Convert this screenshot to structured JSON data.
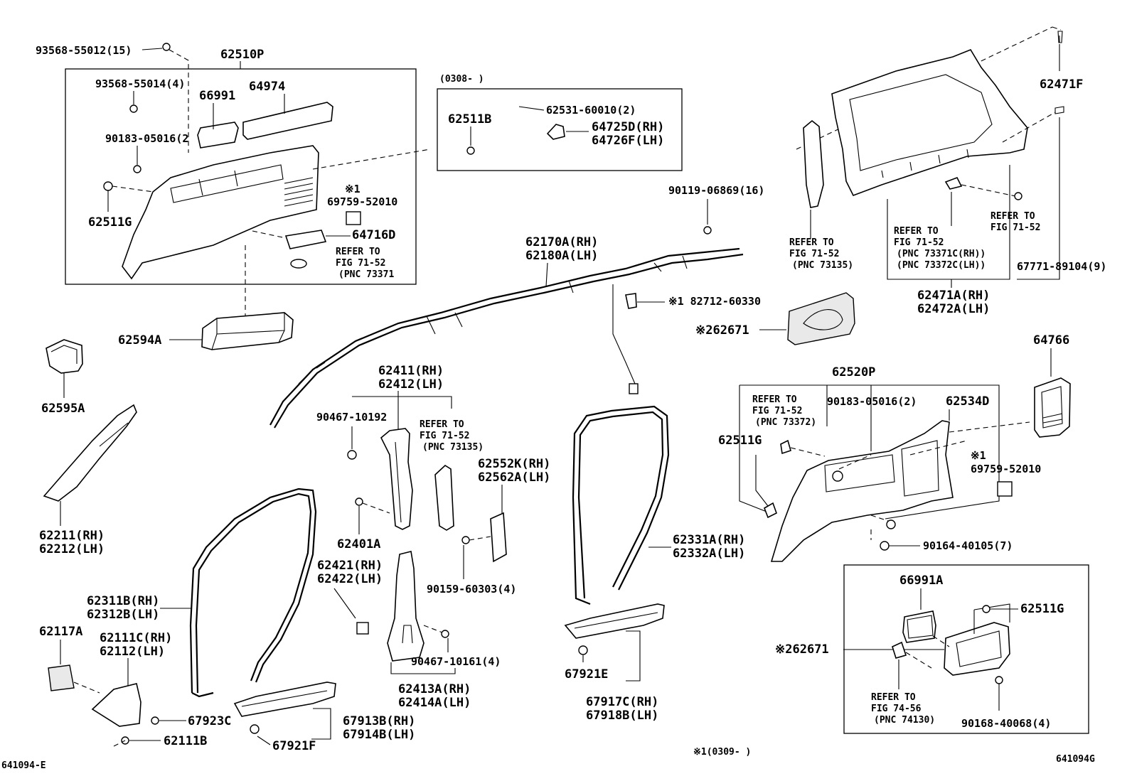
{
  "diagram_id_left": "641094-E",
  "diagram_id_right": "641094G",
  "footnote": "※1(0309-    )",
  "inset_top_title": "(0308-       )",
  "labels": {
    "l93568_55012": "93568-55012(15)",
    "l62510p": "62510P",
    "l93568_55014": "93568-55014(4)",
    "l66991": "66991",
    "l64974": "64974",
    "l90183_05016_a": "90183-05016(2",
    "l62511g_a": "62511G",
    "l_x1_a": "※1",
    "l69759_a": "69759-52010",
    "l64716d": "64716D",
    "l_refer_a1": "REFER TO",
    "l_refer_a2": "FIG 71-52",
    "l_refer_a3": "(PNC 73371",
    "l62594a": "62594A",
    "l62595a": "62595A",
    "l62211": "62211(RH)",
    "l62212": "62212(LH)",
    "l62511b": "62511B",
    "l62531": "62531-60010(2)",
    "l64725d": "64725D(RH)",
    "l64726f": "64726F(LH)",
    "l90119": "90119-06869(16)",
    "l62170a": "62170A(RH)",
    "l62180a": "62180A(LH)",
    "l_x1_82712": "※1 82712-60330",
    "l62411": "62411(RH)",
    "l62412": "62412(LH)",
    "l90467_10192": "90467-10192",
    "l_refer_b1": "REFER TO",
    "l_refer_b2": "FIG 71-52",
    "l_refer_b3": "(PNC 73135)",
    "l62552k": "62552K(RH)",
    "l62562a": "62562A(LH)",
    "l62401a": "62401A",
    "l90159": "90159-60303(4)",
    "l62421": "62421(RH)",
    "l62422": "62422(LH)",
    "l90467_10161": "90467-10161(4)",
    "l62413a": "62413A(RH)",
    "l62414a": "62414A(LH)",
    "l62311b": "62311B(RH)",
    "l62312b": "62312B(LH)",
    "l62117a": "62117A",
    "l62111c": "62111C(RH)",
    "l62112": "62112(LH)",
    "l67923c": "67923C",
    "l62111b": "62111B",
    "l67913b": "67913B(RH)",
    "l67914b": "67914B(LH)",
    "l67921f": "67921F",
    "l62331a": "62331A(RH)",
    "l62332a": "62332A(LH)",
    "l67921e": "67921E",
    "l67917c": "67917C(RH)",
    "l67918b": "67918B(LH)",
    "l62471f": "62471F",
    "l_refer_c1": "REFER TO",
    "l_refer_c2": "FIG 71-52",
    "l_refer_c3": "(PNC 73135)",
    "l_refer_d1": "REFER TO",
    "l_refer_d2": "FIG 71-52",
    "l_refer_d3": "(PNC 73371C(RH))",
    "l_refer_d4": "(PNC 73372C(LH))",
    "l_refer_e1": "REFER TO",
    "l_refer_e2": "FIG 71-52",
    "l67771": "67771-89104(9)",
    "l62471a": "62471A(RH)",
    "l62472a": "62472A(LH)",
    "l_x2_62671_a": "※262671",
    "l64766": "64766",
    "l62520p": "62520P",
    "l_refer_f1": "REFER TO",
    "l_refer_f2": "FIG 71-52",
    "l_refer_f3": "(PNC 73372)",
    "l90183_05016_b": "90183-05016(2)",
    "l62534d": "62534D",
    "l62511g_b": "62511G",
    "l_x1_b": "※1",
    "l69759_b": "69759-52010",
    "l90164": "90164-40105(7)",
    "l66991a": "66991A",
    "l62511g_c": "62511G",
    "l_x2_62671_b": "※262671",
    "l_refer_g1": "REFER TO",
    "l_refer_g2": "FIG 74-56",
    "l_refer_g3": "(PNC 74130)",
    "l90168": "90168-40068(4)"
  }
}
